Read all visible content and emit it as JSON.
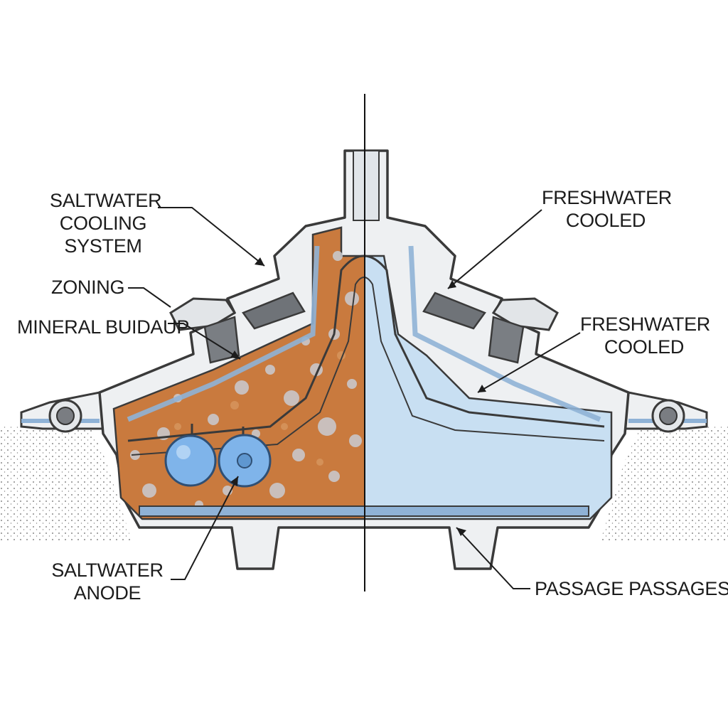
{
  "labels": {
    "saltwater_cooling_system": [
      "SALTWATER",
      "COOLING",
      "SYSTEM"
    ],
    "zoning": "ZONING",
    "mineral_buildup": "MINERAL BUIDAUP",
    "saltwater_anode": [
      "SALTWATER",
      "ANODE"
    ],
    "freshwater_cooled_top": [
      "FRESHWATER",
      "COOLED"
    ],
    "freshwater_cooled_mid": [
      "FRESHWATER",
      "COOLED"
    ],
    "passage_passages": "PASSAGE PASSAGES"
  },
  "colors": {
    "rust": "#c97a3e",
    "rust_light": "#dca06a",
    "mineral": "#c9ccd2",
    "freshwater": "#c8dff2",
    "water_channel": "#8fb2d6",
    "metal": "#eef0f2",
    "outline": "#3a3a3a",
    "anode": "#7fb4ea"
  }
}
